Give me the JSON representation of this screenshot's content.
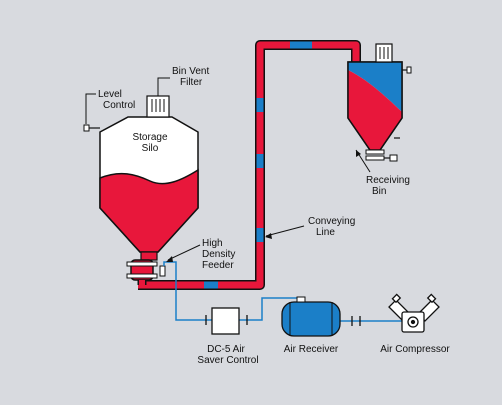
{
  "labels": {
    "level_control": [
      "Level",
      "Control"
    ],
    "bin_vent_filter": [
      "Bin Vent",
      "Filter"
    ],
    "storage_silo": [
      "Storage",
      "Silo"
    ],
    "high_density_feeder": [
      "High",
      "Density",
      "Feeder"
    ],
    "conveying_line": [
      "Conveying",
      "Line"
    ],
    "receiving_bin": [
      "Receiving",
      "Bin"
    ],
    "air_saver_control": [
      "DC-5 Air",
      "Saver Control"
    ],
    "air_receiver": "Air Receiver",
    "air_compressor": "Air Compressor"
  },
  "colors": {
    "background": "#d8dadf",
    "material_red": "#e8173b",
    "pipe_blue": "#1b7fc8",
    "vessel_fill": "#ffffff",
    "outline": "#111111",
    "air_line": "#1b7fc8"
  }
}
